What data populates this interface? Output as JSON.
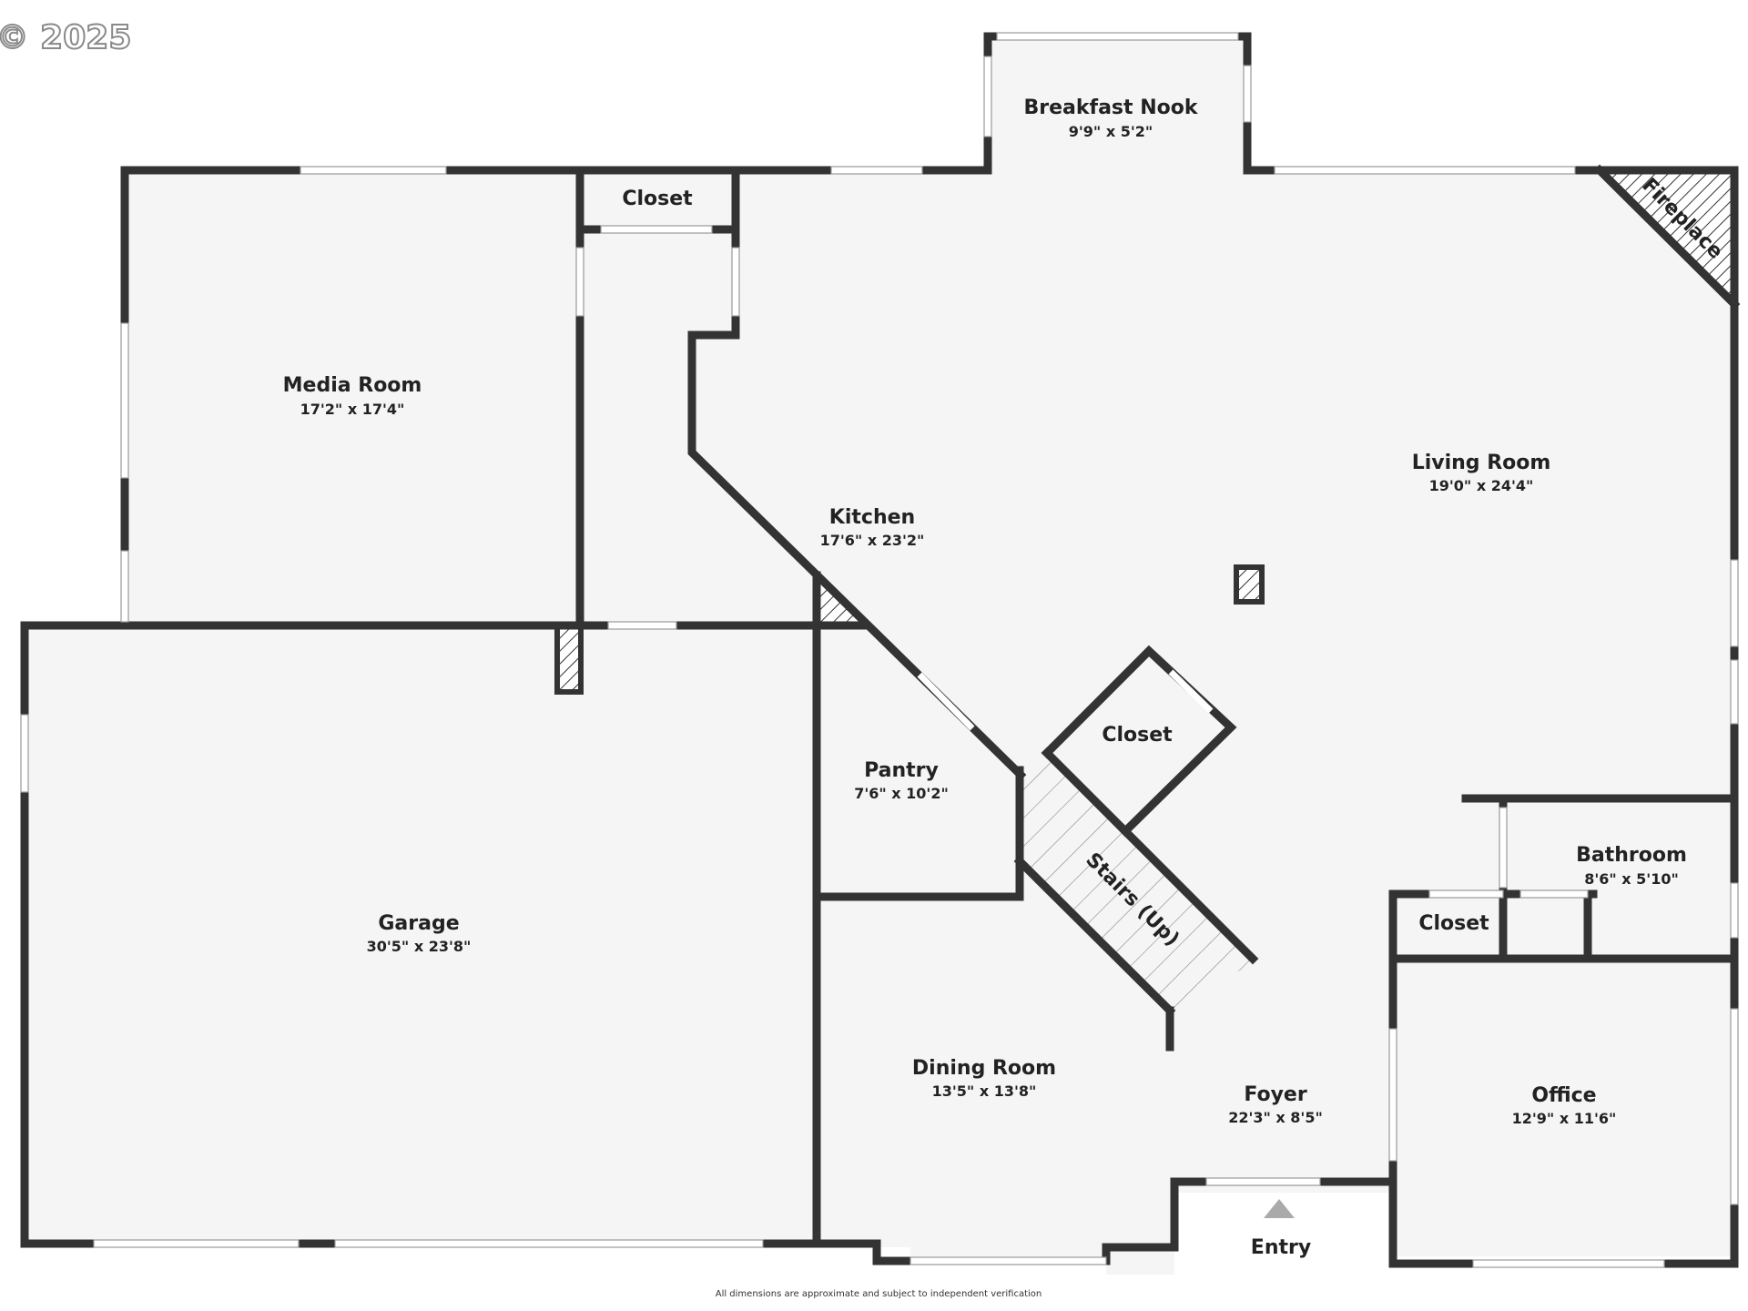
{
  "watermark": "© 2025",
  "footer_note": "All dimensions are approximate and subject to independent verification",
  "colors": {
    "wall": "#333333",
    "floor": "#f5f5f5",
    "window": "#ffffff",
    "hatch": "#333333"
  },
  "rooms": {
    "breakfast_nook": {
      "name": "Breakfast Nook",
      "dims": "9'9\" x 5'2\""
    },
    "closet_top": {
      "name": "Closet"
    },
    "media_room": {
      "name": "Media Room",
      "dims": "17'2\" x 17'4\""
    },
    "kitchen": {
      "name": "Kitchen",
      "dims": "17'6\" x 23'2\""
    },
    "living_room": {
      "name": "Living Room",
      "dims": "19'0\" x 24'4\""
    },
    "fireplace": {
      "name": "Fireplace"
    },
    "closet_center": {
      "name": "Closet"
    },
    "pantry": {
      "name": "Pantry",
      "dims": "7'6\" x 10'2\""
    },
    "garage": {
      "name": "Garage",
      "dims": "30'5\" x 23'8\""
    },
    "stairs": {
      "name": "Stairs (Up)"
    },
    "bathroom": {
      "name": "Bathroom",
      "dims": "8'6\" x 5'10\""
    },
    "closet_right": {
      "name": "Closet"
    },
    "dining_room": {
      "name": "Dining Room",
      "dims": "13'5\" x 13'8\""
    },
    "foyer": {
      "name": "Foyer",
      "dims": "22'3\" x 8'5\""
    },
    "office": {
      "name": "Office",
      "dims": "12'9\" x 11'6\""
    },
    "entry": {
      "name": "Entry"
    }
  }
}
